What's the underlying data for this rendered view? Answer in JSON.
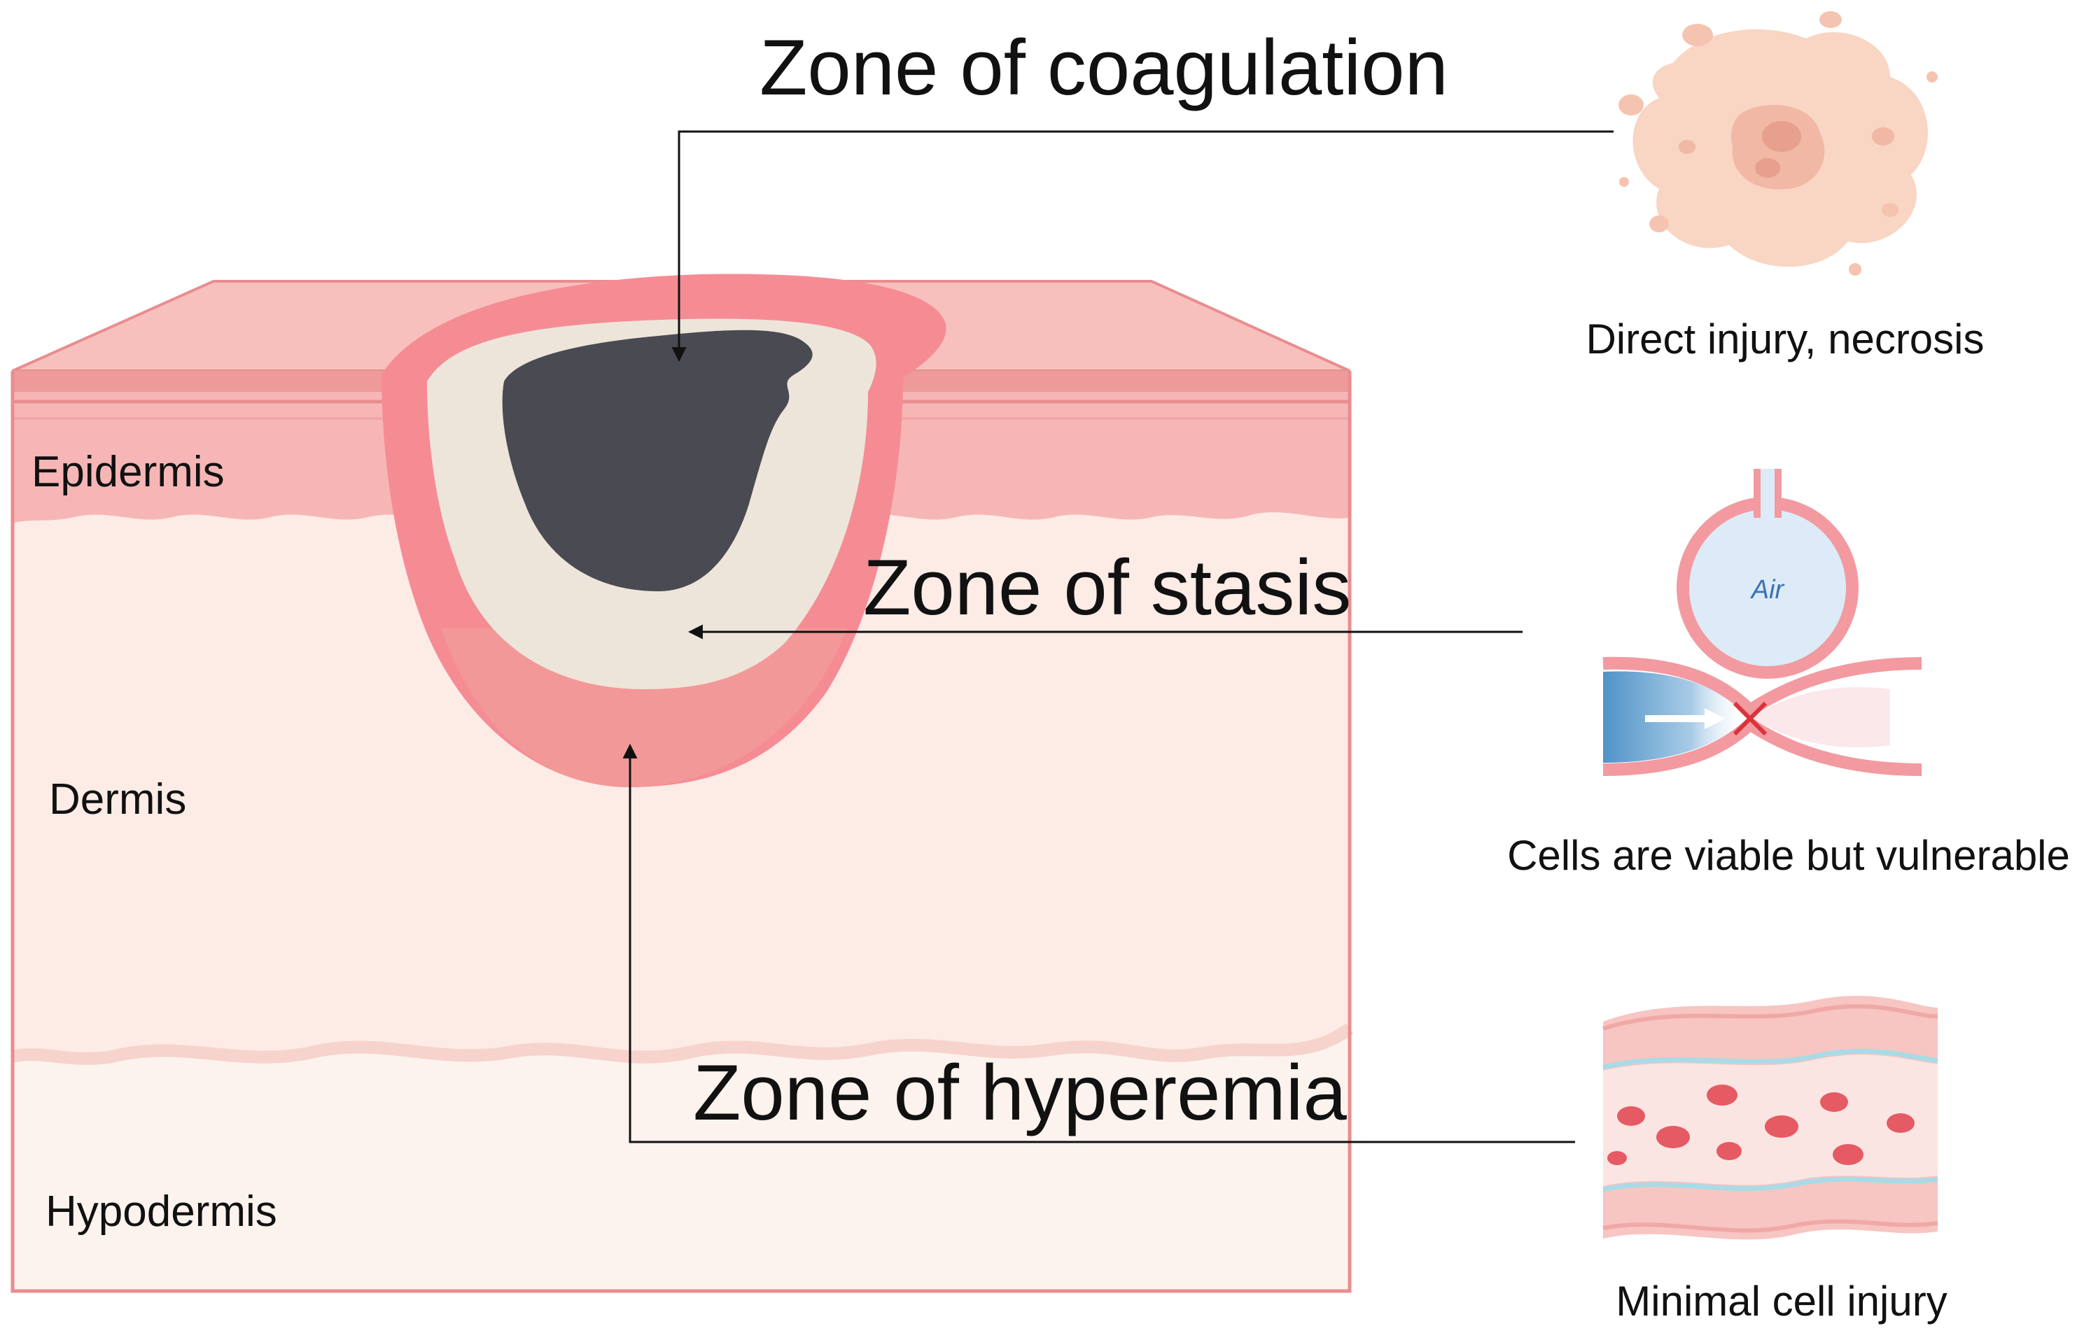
{
  "zones": {
    "coagulation": "Zone of coagulation",
    "stasis": "Zone of stasis",
    "hyperemia": "Zone of hyperemia"
  },
  "layers": {
    "epidermis": "Epidermis",
    "dermis": "Dermis",
    "hypodermis": "Hypodermis"
  },
  "descriptions": {
    "coagulation": "Direct injury, necrosis",
    "stasis": "Cells are viable but vulnerable",
    "hyperemia": "Minimal cell injury"
  },
  "icon_labels": {
    "air": "Air"
  },
  "colors": {
    "epidermis": "#f7b6b6",
    "dermis": "#fdebe6",
    "hypodermis": "#fdf3ee",
    "hyperemia_zone": "#f58c94",
    "stasis_zone": "#ede5da",
    "coagulation_zone": "#4a4a52",
    "skin_outline": "#e98d8f"
  }
}
